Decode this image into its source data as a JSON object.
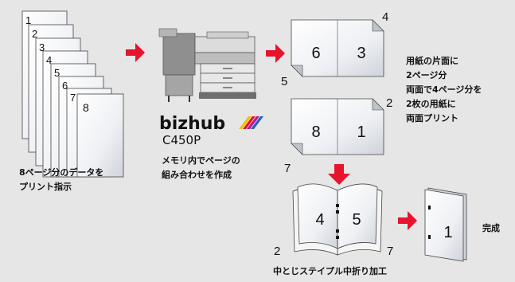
{
  "source": {
    "page_numbers": [
      "1",
      "2",
      "3",
      "4",
      "5",
      "6",
      "7",
      "8"
    ],
    "caption_lines": [
      "8ページ分のデータを",
      "プリント指示"
    ]
  },
  "printer": {
    "brand": "bizhub",
    "model": "C450P",
    "caption_lines": [
      "メモリ内でページの",
      "組み合わせを作成"
    ]
  },
  "sheet_front": {
    "left_page": "6",
    "right_page": "3",
    "corner_top": "4",
    "corner_bottom": "5"
  },
  "sheet_back": {
    "left_page": "8",
    "right_page": "1",
    "corner_top": "2",
    "corner_bottom": "7"
  },
  "duplex_note_lines": [
    "用紙の片面に",
    "2ページ分",
    "両面で4ページ分を",
    "2枚の用紙に",
    "両面プリント"
  ],
  "folded": {
    "left_page": "4",
    "right_page": "5",
    "corner_left": "2",
    "corner_right": "7",
    "caption": "中とじステイプル中折り加工"
  },
  "booklet": {
    "page": "1",
    "caption": "完成"
  },
  "colors": {
    "background": "#e6e6e6",
    "arrow": "#e8132d",
    "paper": "#ffffff",
    "paper_shade": "#d9d9d9"
  },
  "icons": [
    "right-arrow-icon",
    "down-arrow-icon",
    "printer-icon",
    "brand-stripe-icon",
    "staple-icon"
  ]
}
